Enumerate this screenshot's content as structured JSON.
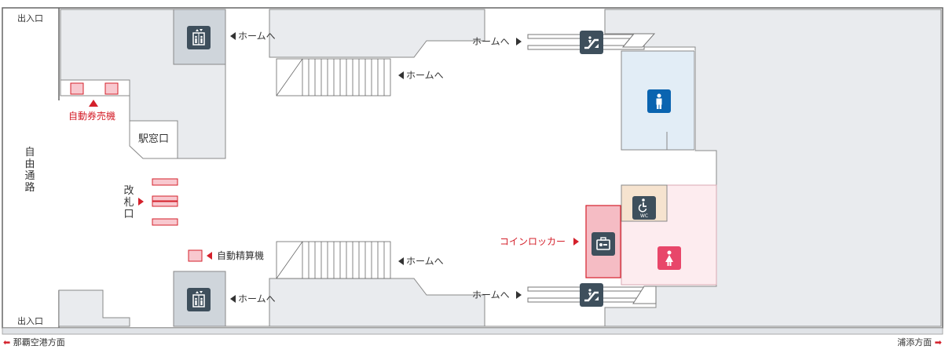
{
  "labels": {
    "entrance_top": "出入口",
    "entrance_bottom": "出入口",
    "free_passage": [
      "自",
      "由",
      "通",
      "路"
    ],
    "ticket_machine": "自動券売機",
    "station_office": "駅窓口",
    "ticket_gate": [
      "改",
      "札",
      "口"
    ],
    "fare_adjust": "自動精算機",
    "coin_locker": "コインロッカー",
    "to_platform": "ホームへ"
  },
  "directions": {
    "left": "那覇空港方面",
    "right": "浦添方面"
  },
  "icons": [
    "elevator-icon",
    "escalator-icon",
    "men-restroom-icon",
    "women-restroom-icon",
    "accessible-restroom-icon",
    "coin-locker-icon"
  ],
  "colors": {
    "floor": "#e9ebee",
    "red_accent": "#d4202b",
    "icon_dark": "#3e4f5c",
    "men_blue": "#0a64b0",
    "women_pink": "#e8476a"
  }
}
